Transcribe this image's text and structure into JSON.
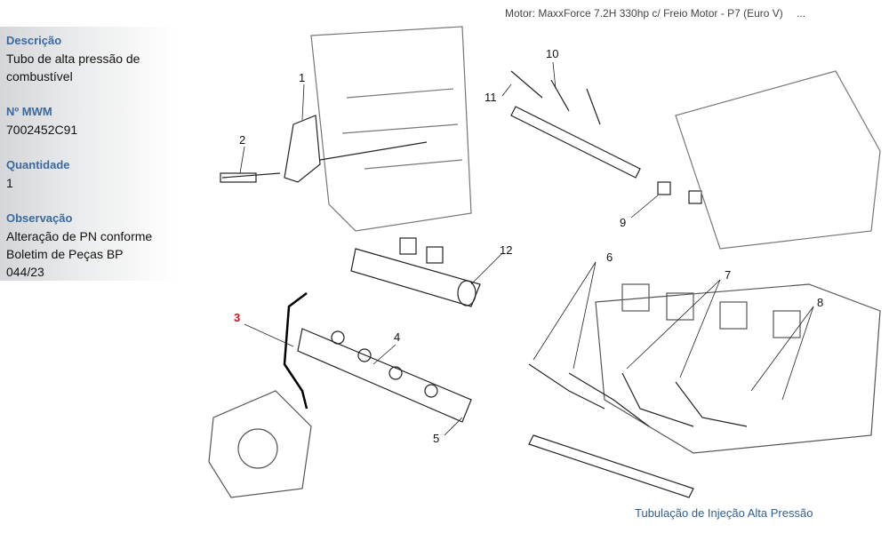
{
  "header": {
    "motor": "Motor: MaxxForce 7.2H 330hp c/ Freio Motor - P7 (Euro V)",
    "more": "..."
  },
  "details": [
    {
      "label": "Descrição",
      "value": "Tubo de alta pressão de combustível"
    },
    {
      "label": "Nº MWM",
      "value": "7002452C91"
    },
    {
      "label": "Quantidade",
      "value": "1"
    },
    {
      "label": "Observação",
      "value": "Alteração de PN conforme Boletim de Peças BP 044/23"
    }
  ],
  "callouts": [
    "1",
    "2",
    "3",
    "4",
    "5",
    "6",
    "7",
    "8",
    "9",
    "10",
    "11",
    "12"
  ],
  "highlight_color": "#d0101a",
  "caption": "Tubulação de Injeção Alta Pressão"
}
